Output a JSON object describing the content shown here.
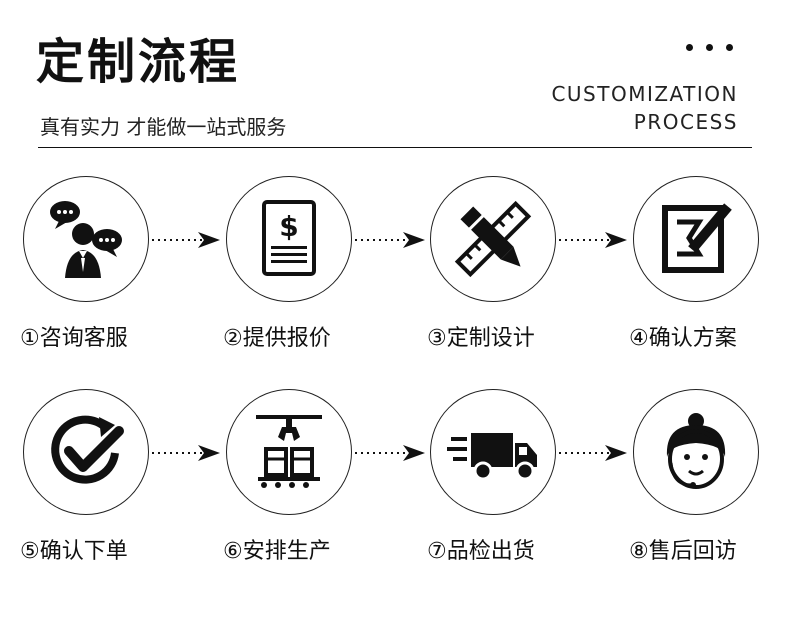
{
  "header": {
    "title": "定制流程",
    "subtitle": "真有实力 才能做一站式服务",
    "en_line1": "CUSTOMIZATION",
    "en_line2": "PROCESS"
  },
  "steps": [
    {
      "label": "①咨询客服",
      "icon": "consult-chat-icon"
    },
    {
      "label": "②提供报价",
      "icon": "quote-document-dollar-icon"
    },
    {
      "label": "③定制设计",
      "icon": "design-pencil-ruler-icon"
    },
    {
      "label": "④确认方案",
      "icon": "confirm-plan-edit-icon"
    },
    {
      "label": "⑤确认下单",
      "icon": "order-check-icon"
    },
    {
      "label": "⑥安排生产",
      "icon": "production-claw-icon"
    },
    {
      "label": "⑦品检出货",
      "icon": "shipping-truck-icon"
    },
    {
      "label": "⑧售后回访",
      "icon": "customer-service-headset-icon"
    }
  ],
  "colors": {
    "ink": "#111111",
    "background": "#ffffff"
  }
}
